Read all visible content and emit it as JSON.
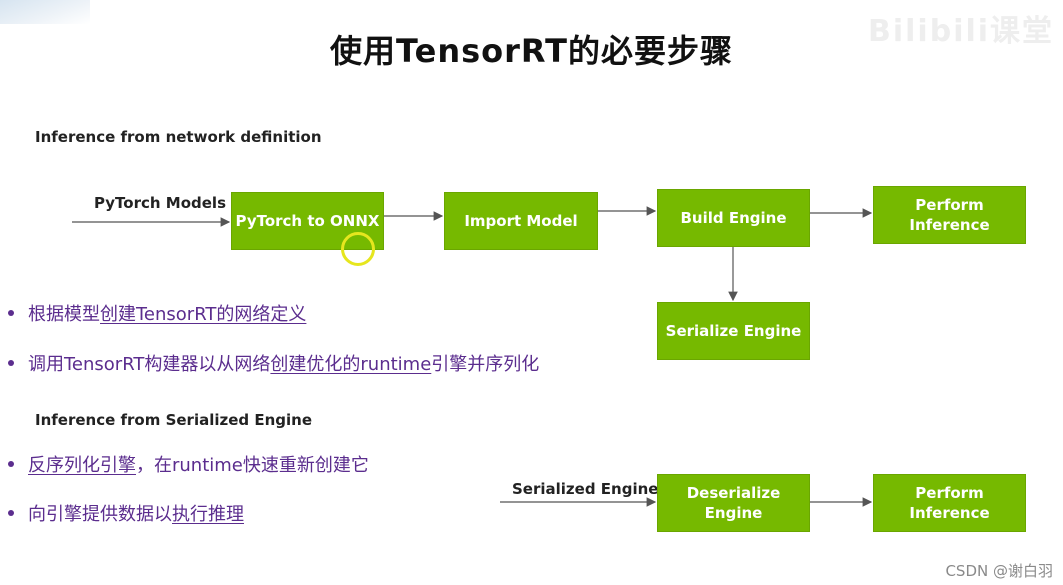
{
  "title": "使用TensorRT的必要步骤",
  "sections": {
    "network": "Inference from network definition",
    "serialized": "Inference from Serialized Engine"
  },
  "inputs": {
    "pytorch_models": "PyTorch Models",
    "serialized_engine": "Serialized Engine"
  },
  "boxes": {
    "pytorch_to_onnx": "PyTorch to ONNX",
    "import_model": "Import Model",
    "build_engine": "Build Engine",
    "perform_inference_1": "Perform\nInference",
    "serialize_engine": "Serialize Engine",
    "deserialize_engine": "Deserialize\nEngine",
    "perform_inference_2": "Perform\nInference"
  },
  "bullets": [
    {
      "pre": "根据模型",
      "u": "创建TensorRT的网络定义",
      "post": ""
    },
    {
      "pre": "调用TensorRT构建器以从网络",
      "u": "创建优化的runtime",
      "post": "引擎并序列化"
    },
    {
      "pre": "",
      "u": "反序列化引擎",
      "post": "，在runtime快速重新创建它"
    },
    {
      "pre": "向引擎提供数据以",
      "u": "执行推理",
      "post": ""
    }
  ],
  "logo": "Bilibili课堂",
  "watermark": "CSDN @谢白羽",
  "colors": {
    "box_green": "#76b900",
    "bullet_purple": "#5b2d8e",
    "cursor_yellow": "#e6e61e"
  }
}
